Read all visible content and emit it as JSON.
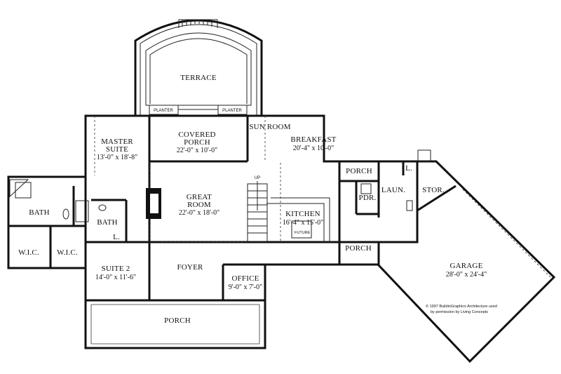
{
  "rooms": {
    "terrace": {
      "name": "TERRACE"
    },
    "planter_left": {
      "name": "PLANTER"
    },
    "planter_right": {
      "name": "PLANTER"
    },
    "covered_porch": {
      "name1": "COVERED",
      "name2": "PORCH",
      "dim": "22'-0\" x 10'-0\""
    },
    "master_suite": {
      "name1": "MASTER",
      "name2": "SUITE",
      "dim": "13'-0\" x 18'-8\""
    },
    "sun_room": {
      "name": "SUN ROOM"
    },
    "breakfast": {
      "name": "BREAKFAST",
      "dim": "20'-4\" x 10'-0\""
    },
    "great_room": {
      "name1": "GREAT",
      "name2": "ROOM",
      "dim": "22'-0\" x 18'-0\""
    },
    "kitchen": {
      "name": "KITCHEN",
      "dim": "16'-4\" x 15'-0\""
    },
    "master_bath": {
      "name": "BATH"
    },
    "bath2": {
      "name": "BATH"
    },
    "wic1": {
      "name": "W.I.C."
    },
    "wic2": {
      "name": "W.I.C."
    },
    "suite2": {
      "name": "SUITE 2",
      "dim": "14'-0\" x 11'-6\""
    },
    "foyer": {
      "name": "FOYER"
    },
    "office": {
      "name": "OFFICE",
      "dim": "9'-0\" x 7'-0\""
    },
    "front_porch": {
      "name": "PORCH"
    },
    "porch_upper": {
      "name": "PORCH"
    },
    "porch_lower": {
      "name": "PORCH"
    },
    "pdr": {
      "name": "PDR."
    },
    "laun": {
      "name": "LAUN."
    },
    "stor": {
      "name": "STOR."
    },
    "garage": {
      "name": "GARAGE",
      "dim": "28'-0\" x 24'-4\""
    }
  },
  "markers": {
    "up": "UP",
    "linen_1": "L.",
    "linen_2": "L.",
    "future": "FUTURE"
  },
  "copyright": {
    "line1": "© 1997 BuildinGraphics Architecture used",
    "line2": "by permission by Living Concepts"
  }
}
